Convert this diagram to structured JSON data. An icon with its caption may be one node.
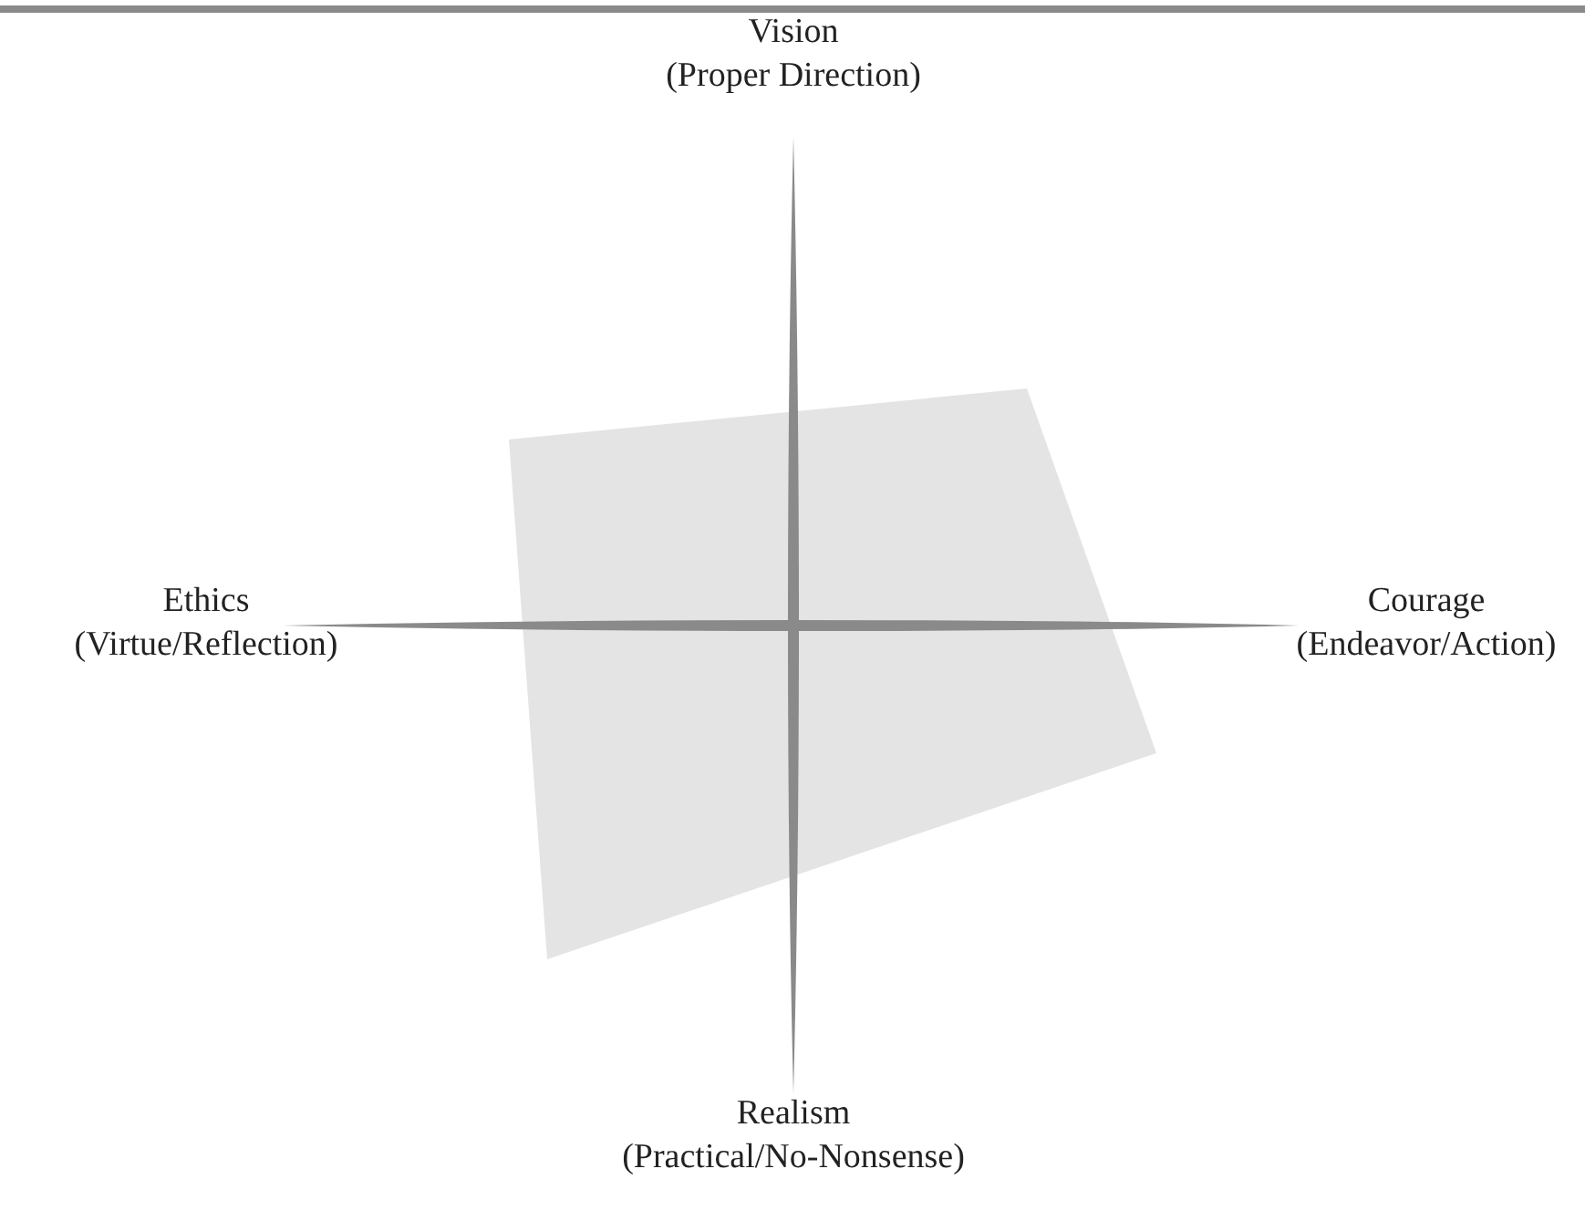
{
  "diagram": {
    "labels": [
      "Vision",
      "(Proper Direction)",
      "Ethics",
      "(Virtue/Reflection)",
      "Courage",
      "(Endeavor/Action)",
      "Realism",
      "(Practical/No-Nonsense)"
    ]
  }
}
